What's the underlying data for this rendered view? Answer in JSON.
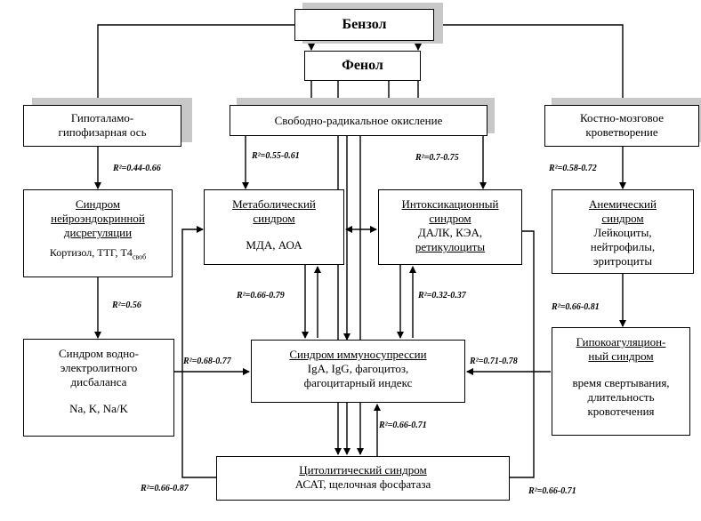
{
  "boxes": {
    "benzol": "Бензол",
    "fenol": "Фенол",
    "hypo": [
      "Гипоталамо-",
      "гипофизарная ось"
    ],
    "sro": "Свободно-радикальное окисление",
    "bone": [
      "Костно-мозговое",
      "кроветворение"
    ],
    "neuro": {
      "title": [
        "Синдром",
        "нейроэндокринной",
        "дисрегуляции"
      ],
      "detail": "Кортизол, ТТГ, Т4",
      "detail_sub": "своб"
    },
    "metab": {
      "title": [
        "Метаболический",
        "синдром"
      ],
      "detail": "МДА, АОА"
    },
    "intox": {
      "title": [
        "Интоксикационный",
        "синдром"
      ],
      "detail": [
        "ДАЛК, КЭА,",
        "ретикулоциты"
      ]
    },
    "anem": {
      "title": [
        "Анемический",
        "синдром"
      ],
      "detail": [
        "Лейкоциты,",
        "нейтрофилы,",
        "эритроциты"
      ]
    },
    "water": {
      "title": [
        "Синдром водно-",
        "электролитного",
        "дисбаланса"
      ],
      "detail": "Na, K, Na/K"
    },
    "immuno": {
      "title": "Синдром иммуносупрессии",
      "detail": [
        "IgA, IgG, фагоцитоз,",
        "фагоцитарный индекс"
      ]
    },
    "hypocoag": {
      "title": [
        "Гипокоагуляцион-",
        "ный синдром"
      ],
      "detail": [
        "время свертывания,",
        "длительность",
        "кровотечения"
      ]
    },
    "cyto": {
      "title": "Цитолитический синдром",
      "detail": "АСАТ, щелочная фосфатаза"
    }
  },
  "labels": {
    "r1": "R²=0.44-0.66",
    "r2": "R²=0.55-0.61",
    "r3": "R²=0.7-0.75",
    "r4": "R²=0.58-0.72",
    "r5": "R²=0.66-0.79",
    "r6": "R²=0.32-0.37",
    "r7": "R²=0.56",
    "r8": "R²=0.66-0.81",
    "r9": "R²=0.68-0.77",
    "r10": "R²=0.71-0.78",
    "r11": "R²=0.66-0.71",
    "r12": "R²=0.66-0.87",
    "r13": "R²=0.66-0.71"
  }
}
